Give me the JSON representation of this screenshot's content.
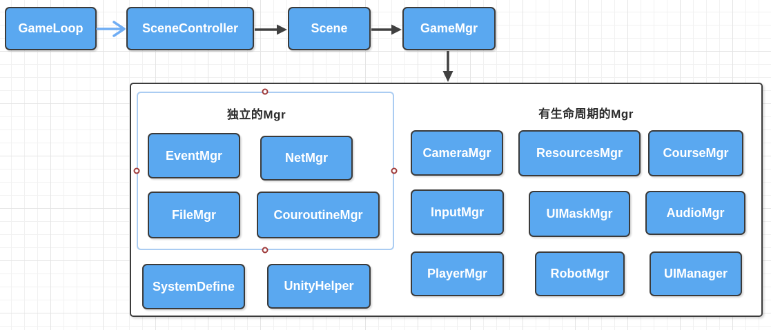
{
  "flow": {
    "gameloop": "GameLoop",
    "scene_controller": "SceneController",
    "scene": "Scene",
    "game_mgr": "GameMgr"
  },
  "manager_panel": {
    "independent": {
      "title": "独立的Mgr",
      "event_mgr": "EventMgr",
      "net_mgr": "NetMgr",
      "file_mgr": "FileMgr",
      "couroutine_mgr": "CouroutineMgr"
    },
    "lifecycle": {
      "title": "有生命周期的Mgr",
      "camera_mgr": "CameraMgr",
      "resources_mgr": "ResourcesMgr",
      "course_mgr": "CourseMgr",
      "input_mgr": "InputMgr",
      "ui_mask_mgr": "UIMaskMgr",
      "audio_mgr": "AudioMgr",
      "player_mgr": "PlayerMgr",
      "robot_mgr": "RobotMgr",
      "ui_manager": "UIManager"
    },
    "helpers": {
      "system_define": "SystemDefine",
      "unity_helper": "UnityHelper"
    }
  },
  "colors": {
    "node_fill": "#5aa8f0",
    "node_border": "#3a3a3a",
    "node_text": "#ffffff",
    "connector_dark": "#404040",
    "connector_light": "#6fadf4",
    "selection_outline": "#aaccf2",
    "selection_handle_stroke": "#9e3a3a",
    "grid_minor": "#f1f1f1",
    "grid_major": "#e4e4e4"
  }
}
